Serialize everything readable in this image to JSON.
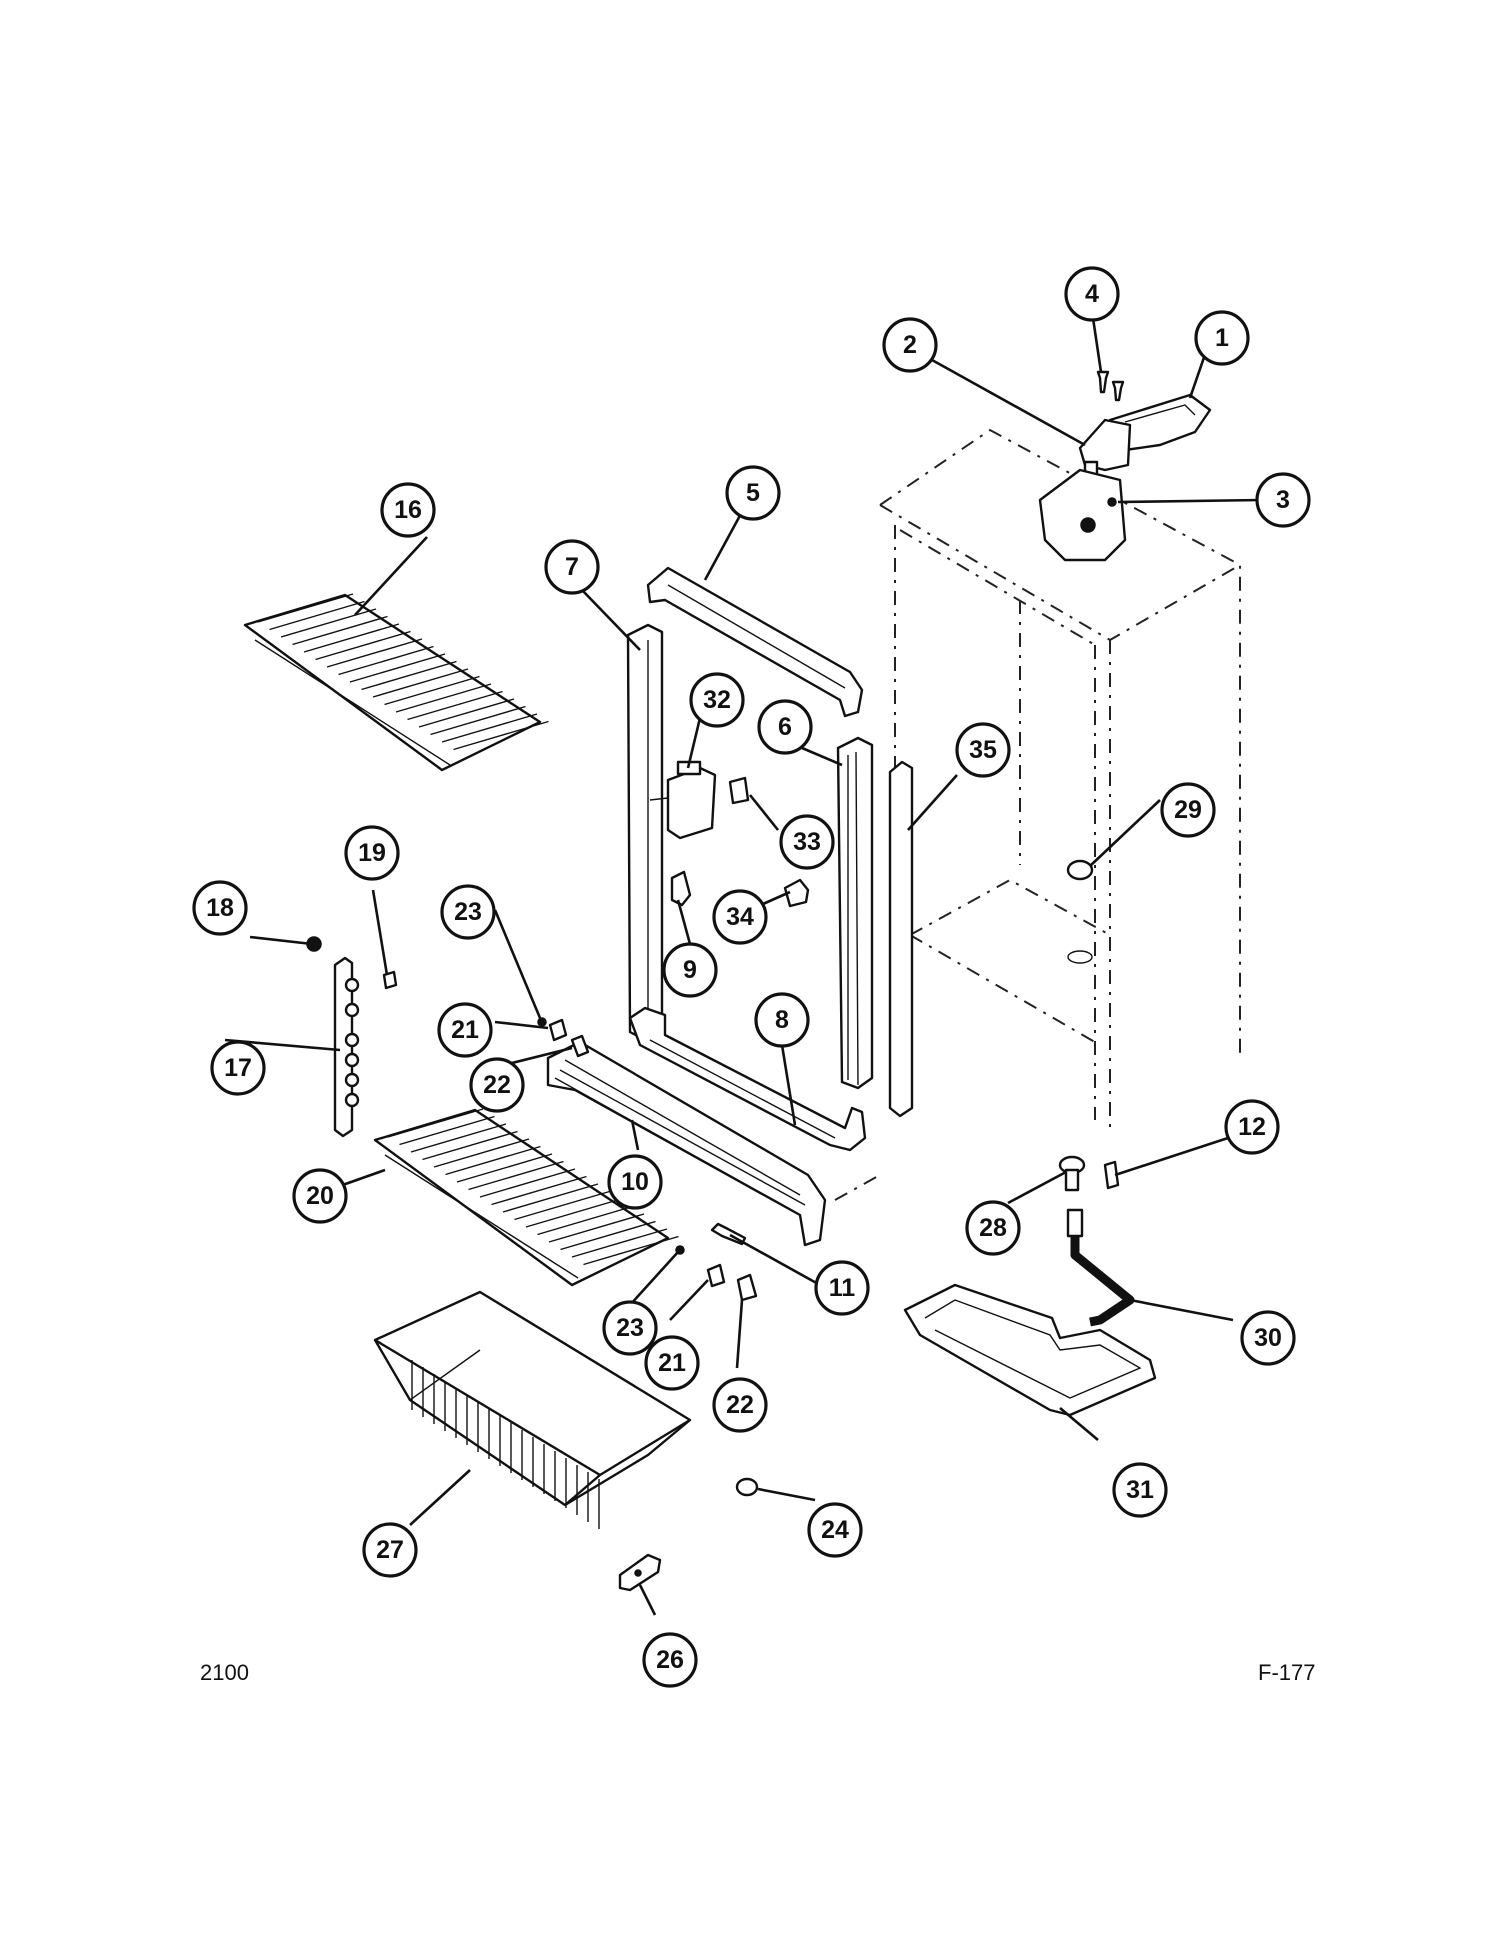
{
  "footer": {
    "left": "2100",
    "right": "F-177"
  },
  "callouts": [
    {
      "id": "c1",
      "label": "1"
    },
    {
      "id": "c2",
      "label": "2"
    },
    {
      "id": "c3",
      "label": "3"
    },
    {
      "id": "c4",
      "label": "4"
    },
    {
      "id": "c5",
      "label": "5"
    },
    {
      "id": "c6",
      "label": "6"
    },
    {
      "id": "c7",
      "label": "7"
    },
    {
      "id": "c8",
      "label": "8"
    },
    {
      "id": "c9",
      "label": "9"
    },
    {
      "id": "c10",
      "label": "10"
    },
    {
      "id": "c11",
      "label": "11"
    },
    {
      "id": "c12",
      "label": "12"
    },
    {
      "id": "c16",
      "label": "16"
    },
    {
      "id": "c17",
      "label": "17"
    },
    {
      "id": "c18",
      "label": "18"
    },
    {
      "id": "c19",
      "label": "19"
    },
    {
      "id": "c20",
      "label": "20"
    },
    {
      "id": "c21a",
      "label": "21"
    },
    {
      "id": "c21b",
      "label": "21"
    },
    {
      "id": "c22a",
      "label": "22"
    },
    {
      "id": "c22b",
      "label": "22"
    },
    {
      "id": "c23a",
      "label": "23"
    },
    {
      "id": "c23b",
      "label": "23"
    },
    {
      "id": "c24",
      "label": "24"
    },
    {
      "id": "c26",
      "label": "26"
    },
    {
      "id": "c27",
      "label": "27"
    },
    {
      "id": "c28",
      "label": "28"
    },
    {
      "id": "c29",
      "label": "29"
    },
    {
      "id": "c30",
      "label": "30"
    },
    {
      "id": "c31",
      "label": "31"
    },
    {
      "id": "c32",
      "label": "32"
    },
    {
      "id": "c33",
      "label": "33"
    },
    {
      "id": "c34",
      "label": "34"
    },
    {
      "id": "c35",
      "label": "35"
    }
  ]
}
